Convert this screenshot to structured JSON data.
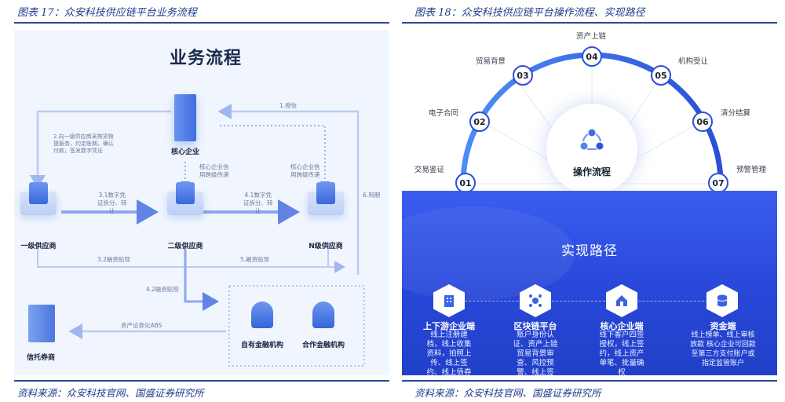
{
  "left_figure": {
    "caption": "图表 17：众安科技供应链平台业务流程",
    "title": "业务流程",
    "nodes": {
      "core": "核心企业",
      "first_tier": "一级供应商",
      "second_tier": "二级供应商",
      "n_tier": "N级供应商",
      "own_fin": "自有金融机构",
      "coop_fin": "合作金融机构",
      "trust": "信托券商"
    },
    "flows": {
      "f1": "1.授信",
      "f2": "2.向一级供应商采购货物\n提服务，约定账期，确认\n付款，签发数字凭证",
      "f3_1": "3.1数字凭\n证拆分、转\n让",
      "f4_1": "4.1数字凭\n证拆分、转\n让",
      "core_relay_a": "核心企业信\n用跨级传递",
      "core_relay_b": "核心企业信\n用跨级传递",
      "f3_2": "3.2融资贴现",
      "f5": "5.融资贴现",
      "f4_2": "4.2融资贴现",
      "f6": "6.到期",
      "abs": "资产证券化ABS"
    },
    "source": "资料来源：众安科技官网、国盛证券研究所"
  },
  "right_figure": {
    "caption": "图表 18：众安科技供应链平台操作流程、实现路径",
    "center_label": "操作流程",
    "steps": [
      {
        "num": "01",
        "label": "交易鉴证"
      },
      {
        "num": "02",
        "label": "电子合同"
      },
      {
        "num": "03",
        "label": "贸易背景"
      },
      {
        "num": "04",
        "label": "资产上链"
      },
      {
        "num": "05",
        "label": "机构受让"
      },
      {
        "num": "06",
        "label": "清分结算"
      },
      {
        "num": "07",
        "label": "预警管理"
      }
    ],
    "path_title": "实现路径",
    "pillars": [
      {
        "title": "上下游企业端",
        "icon": "building-icon",
        "desc": "线上注册建\n档，线上收集\n资料，拍照上\n传、线上签\n约、线上债券"
      },
      {
        "title": "区块链平台",
        "icon": "network-icon",
        "desc": "账户身份认\n证、资产上链\n贸易背景审\n查、风控预\n警、线上签"
      },
      {
        "title": "核心企业端",
        "icon": "home-icon",
        "desc": "线下客户四签\n授权，线上签\n约，线上资产\n单笔、批量确\n权"
      },
      {
        "title": "资金端",
        "icon": "database-icon",
        "desc": "线上榜单、线上审核\n放款 核心企业可回款\n至第三方支付账户或\n指定监管账户"
      }
    ],
    "source": "资料来源：众安科技官网、国盛证券研究所"
  },
  "colors": {
    "accent": "#2c4fd8",
    "caption": "#1f3c8c",
    "band": "#2847d8"
  }
}
